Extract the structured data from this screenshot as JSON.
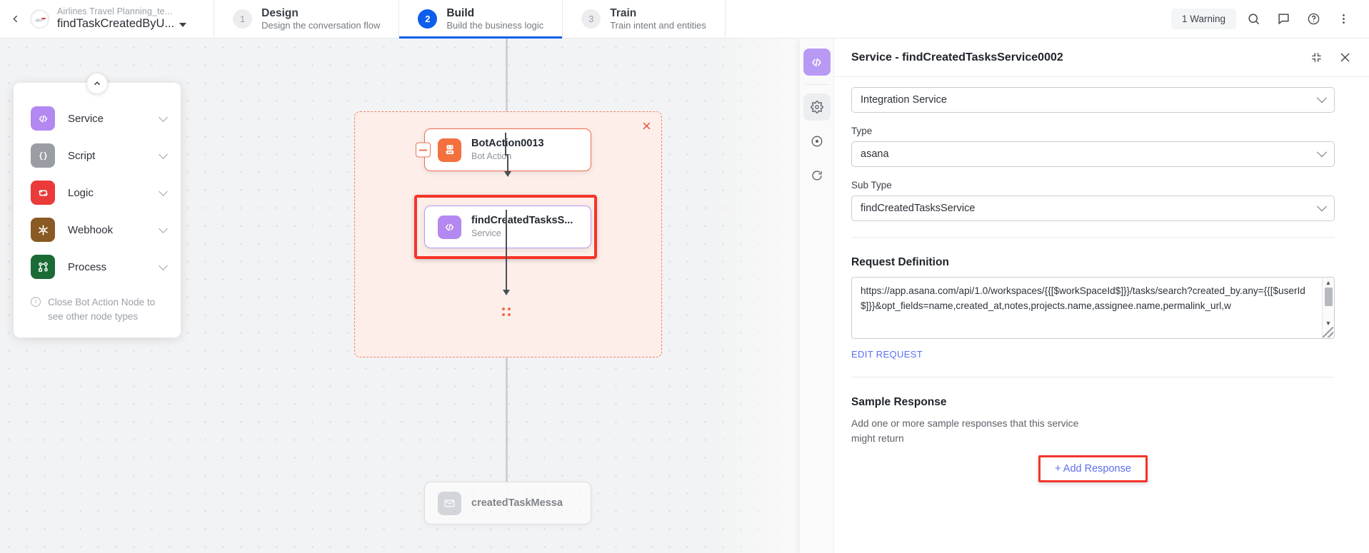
{
  "topbar": {
    "back_icon": "chevron-left-icon",
    "avatar_icon": "airplane-avatar",
    "project_name": "Airlines Travel Planning_te...",
    "bot_name": "findTaskCreatedByU...",
    "steps": [
      {
        "num": "1",
        "name": "Design",
        "desc": "Design the conversation flow",
        "active": false
      },
      {
        "num": "2",
        "name": "Build",
        "desc": "Build the business logic",
        "active": true
      },
      {
        "num": "3",
        "name": "Train",
        "desc": "Train intent and entities",
        "active": false
      }
    ],
    "warning_chip": "1 Warning",
    "icons": [
      "search-icon",
      "chat-icon",
      "help-icon",
      "more-vertical-icon"
    ]
  },
  "palette": {
    "collapse_icon": "chevron-up-icon",
    "items": [
      {
        "label": "Service",
        "glyph": "</>",
        "color": "#b388f0"
      },
      {
        "label": "Script",
        "glyph": "{ }",
        "color": "#9a9da3"
      },
      {
        "label": "Logic",
        "glyph": "↻",
        "color": "#ea3a3a"
      },
      {
        "label": "Webhook",
        "glyph": "✻",
        "color": "#8a5a24"
      },
      {
        "label": "Process",
        "glyph": "⎇",
        "color": "#1a6b35"
      }
    ],
    "note": "Close Bot Action Node to see other node types"
  },
  "canvas": {
    "group_close_icon": "close-icon",
    "nodes": [
      {
        "title": "BotAction0013",
        "sub": "Bot Action",
        "glyph": "⚙",
        "color": "#f4703f"
      },
      {
        "title": "findCreatedTasksS...",
        "sub": "Service",
        "glyph": "</>",
        "color": "#b388f0"
      },
      {
        "title": "createdTaskMessa",
        "sub": "Message",
        "glyph": "✉",
        "color": "#b9bec6"
      }
    ]
  },
  "panel": {
    "rail_icons": [
      "service-code-icon",
      "gear-icon",
      "target-icon",
      "refresh-icon"
    ],
    "title": "Service - findCreatedTasksService0002",
    "collapse_icon": "collapse-icon",
    "close_icon": "close-icon",
    "service_type_value": "Integration Service",
    "type_label": "Type",
    "type_value": "asana",
    "subtype_label": "Sub Type",
    "subtype_value": "findCreatedTasksService",
    "request_definition_title": "Request Definition",
    "request_url": "https://app.asana.com/api/1.0/workspaces/{{[$workSpaceId$]}}/tasks/search?created_by.any={{[$userId$]}}&opt_fields=name,created_at,notes,projects.name,assignee.name,permalink_url,w",
    "edit_request_label": "EDIT REQUEST",
    "sample_response_title": "Sample Response",
    "sample_response_help": "Add one or more sample responses that this service might return",
    "add_response_label": "+ Add Response"
  },
  "colors": {
    "accent_blue": "#0d5eec",
    "link_blue": "#5b6ff0",
    "selection_red": "#f5342a",
    "group_salmon": "#f1836a",
    "service_purple": "#b388f0"
  }
}
